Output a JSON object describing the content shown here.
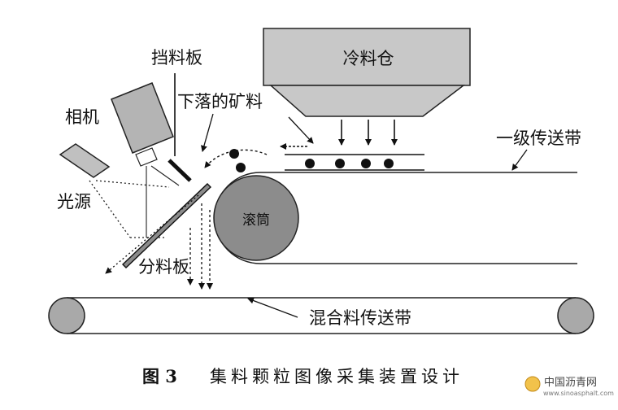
{
  "labels": {
    "cold_bin": "冷料仓",
    "baffle": "挡料板",
    "camera": "相机",
    "falling_ore": "下落的矿料",
    "light_source": "光源",
    "drum": "滚筒",
    "conveyor1": "一级传送带",
    "splitter": "分料板",
    "mix_conveyor": "混合料传送带"
  },
  "caption": {
    "fig": "图 3",
    "text": "集料颗粒图像采集装置设计"
  },
  "watermark": {
    "name": "中国沥青网",
    "url": "www.sinoasphalt.com"
  },
  "colors": {
    "box_fill": "#c8c8c8",
    "drum_fill": "#8c8c8c",
    "stroke": "#222222",
    "camera_fill": "#b4b4b4"
  }
}
